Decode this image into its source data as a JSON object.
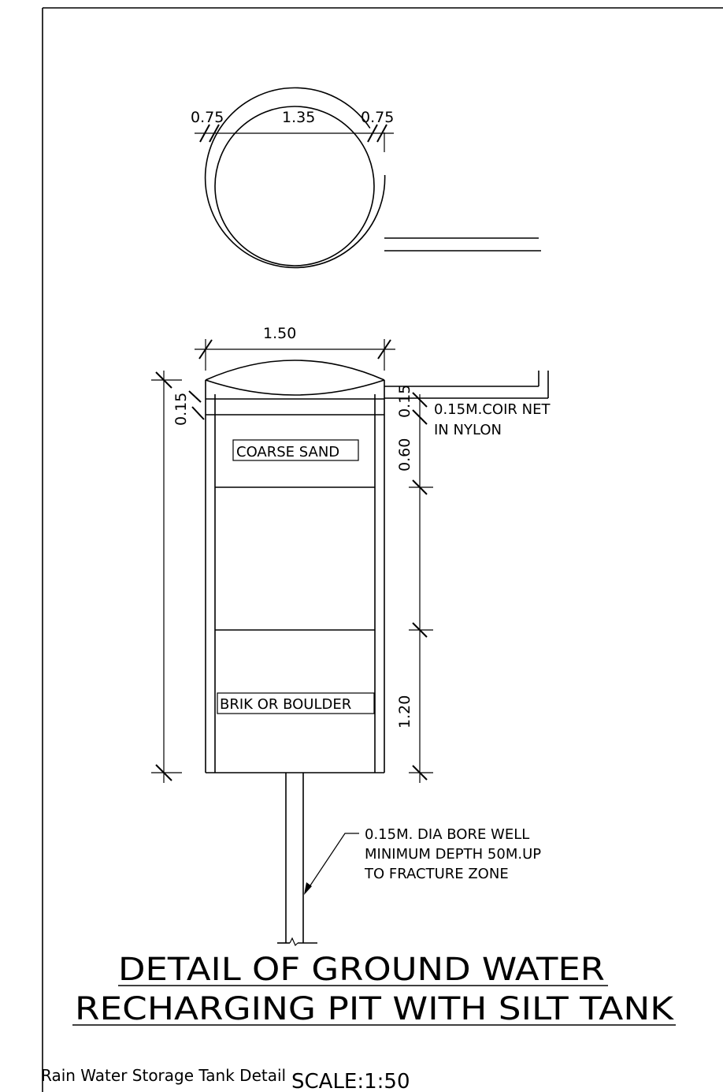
{
  "plan": {
    "dims": {
      "left_wall": "0.75",
      "inner_dia": "1.35",
      "right_wall": "0.75"
    }
  },
  "section": {
    "width": "1.50",
    "left_dims": {
      "top_layer": "0.15"
    },
    "right_dims": {
      "coir_net": "0.15",
      "sand": "0.60",
      "boulder": "1.20"
    },
    "coir_note": {
      "line1": "0.15M.COIR NET",
      "line2": "IN NYLON"
    },
    "sand_label": "COARSE SAND",
    "boulder_label": "BRIK OR BOULDER",
    "bore_note": {
      "line1": "0.15M. DIA BORE WELL",
      "line2": "MINIMUM DEPTH 50M.UP",
      "line3": "TO FRACTURE ZONE"
    }
  },
  "title": {
    "line1": "DETAIL OF GROUND WATER",
    "line2": "RECHARGING PIT WITH SILT TANK"
  },
  "footer": {
    "caption": "Rain Water Storage Tank Detail",
    "scale": "SCALE:1:50"
  }
}
